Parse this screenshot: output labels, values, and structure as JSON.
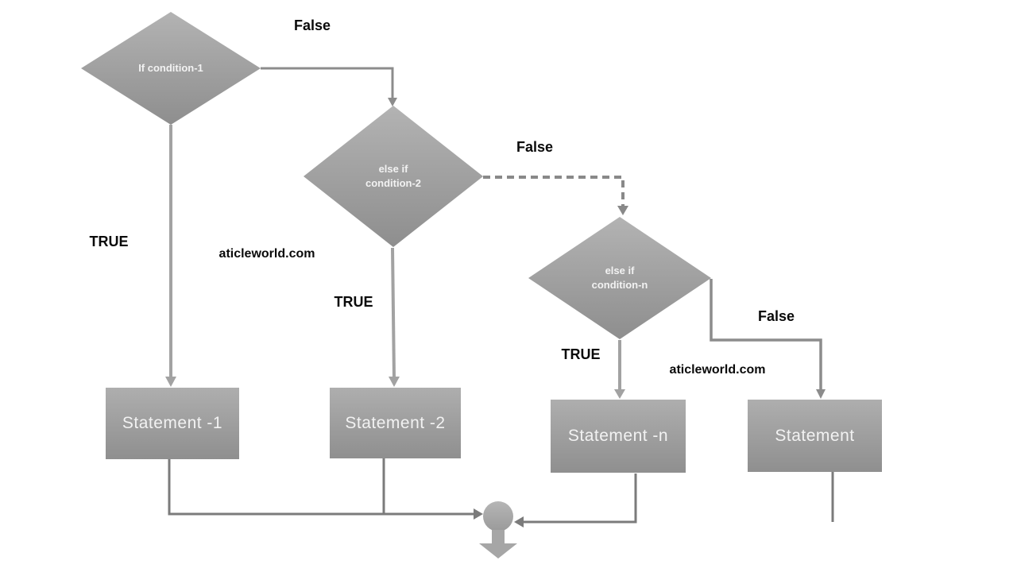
{
  "diagram": {
    "type": "flowchart",
    "topic": "if / else-if ladder",
    "decisions": [
      {
        "id": "if-condition-1",
        "label": "If condition-1"
      },
      {
        "id": "else-if-condition-2",
        "label": "else if\ncondition-2"
      },
      {
        "id": "else-if-condition-n",
        "label": "else if\ncondition-n"
      }
    ],
    "processes": [
      {
        "id": "statement-1",
        "label": "Statement -1"
      },
      {
        "id": "statement-2",
        "label": "Statement -2"
      },
      {
        "id": "statement-n",
        "label": "Statement -n"
      },
      {
        "id": "statement",
        "label": "Statement"
      }
    ],
    "edge_labels": [
      {
        "edge": "if-condition-1-false",
        "text": "False"
      },
      {
        "edge": "if-condition-1-true",
        "text": "TRUE"
      },
      {
        "edge": "else-if-condition-2-false",
        "text": "False"
      },
      {
        "edge": "else-if-condition-2-true",
        "text": "TRUE"
      },
      {
        "edge": "else-if-condition-n-false",
        "text": "False"
      },
      {
        "edge": "else-if-condition-n-true",
        "text": "TRUE"
      }
    ],
    "watermarks": [
      {
        "text": "aticleworld.com"
      },
      {
        "text": "aticleworld.com"
      }
    ],
    "colors": {
      "background": "#ffffff",
      "shape_fill_top": "#b3b3b3",
      "shape_fill_bottom": "#8e8e8e",
      "shape_text": "#f2f2f2",
      "edge_label_text": "#0a0a0a",
      "false_connector": "#8c8c8c",
      "true_connector": "#a2a2a2",
      "collector_connector": "#7b7b7b",
      "merge_node_fill": "#a8a8a8"
    }
  }
}
